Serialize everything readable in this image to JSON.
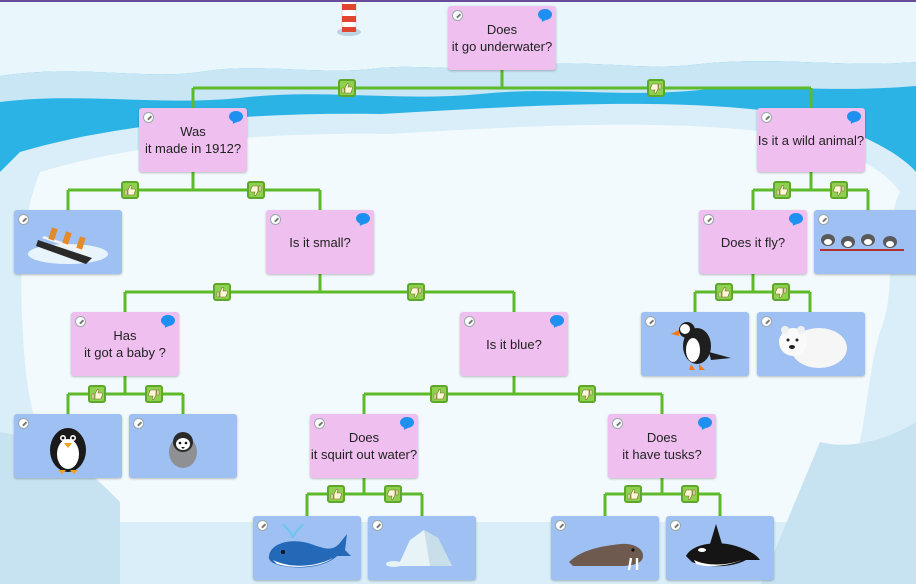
{
  "questions": {
    "q_root": "Does\nit go underwater?",
    "q_made": "Was\nit made in 1912?",
    "q_small": "Is it small?",
    "q_baby": "Has\nit got a baby ?",
    "q_blue": "Is it blue?",
    "q_squirt": "Does\nit squirt out water?",
    "q_tusks": "Does\nit have tusks?",
    "q_wild": "Is it a wild animal?",
    "q_fly": "Does it fly?"
  },
  "answers": {
    "titanic": "titanic-picture",
    "penguin": "penguin-picture",
    "penguin_chick": "penguin-chick-picture",
    "whale": "whale-picture",
    "iceberg": "iceberg-picture",
    "walrus": "walrus-picture",
    "orca": "orca-picture",
    "puffin": "puffin-picture",
    "polar_bear": "polar-bear-picture",
    "huskies": "husky-team-picture"
  },
  "icons": {
    "yes": "thumbs-up-icon",
    "no": "thumbs-down-icon",
    "edit": "pencil-icon",
    "comment": "speech-bubble-icon"
  },
  "colors": {
    "question_card": "#efbfef",
    "answer_card": "#9fc0f2",
    "connector": "#5dbb2a",
    "water": "#2bb3e6",
    "ice": "#eef8fd"
  }
}
